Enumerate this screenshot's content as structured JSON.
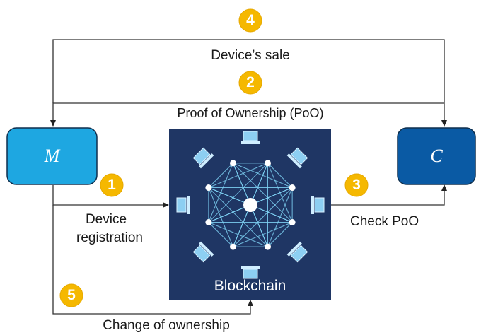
{
  "nodes": {
    "manufacturer": {
      "label": "M",
      "color": "#1ea7e1"
    },
    "customer": {
      "label": "C",
      "color": "#0a5aa4"
    },
    "blockchain": {
      "label": "Blockchain",
      "color": "#1f3664"
    }
  },
  "steps": [
    {
      "number": "1",
      "label_lines": [
        "Device",
        "registration"
      ]
    },
    {
      "number": "2",
      "label": "Proof of Ownership (PoO)"
    },
    {
      "number": "3",
      "label": "Check PoO"
    },
    {
      "number": "4",
      "label": "Device’s sale"
    },
    {
      "number": "5",
      "label": "Change of ownership"
    }
  ],
  "colors": {
    "badge": "#f5b800",
    "badge_text": "#ffffff",
    "network_line": "#7fd3f5",
    "computer": "#8dcff2"
  }
}
